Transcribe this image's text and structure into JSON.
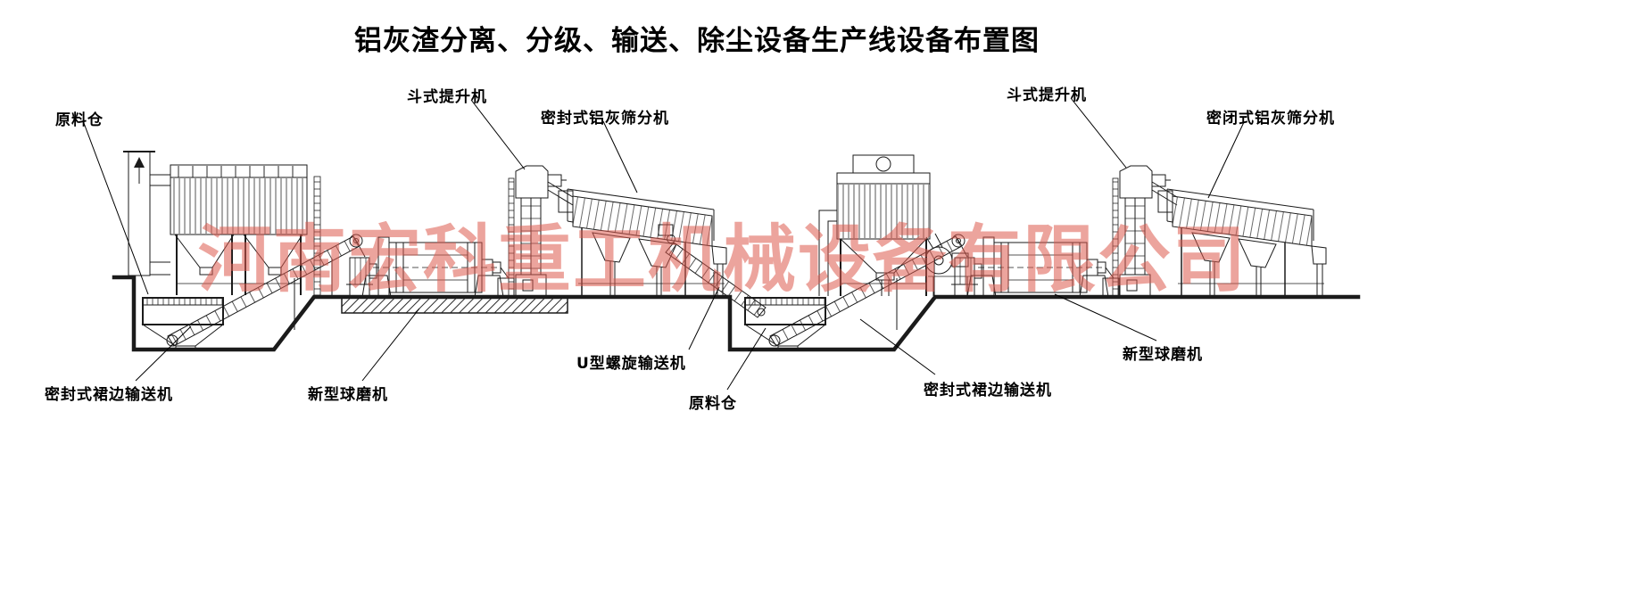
{
  "title": "铝灰渣分离、分级、输送、除尘设备生产线设备布置图",
  "watermark": "河南宏科重工机械设备有限公司",
  "labels": [
    {
      "id": "raw-material-silo-1",
      "text": "原料仓"
    },
    {
      "id": "bucket-elevator-1",
      "text": "斗式提升机"
    },
    {
      "id": "sealed-ash-screener-1",
      "text": "密封式铝灰筛分机"
    },
    {
      "id": "bucket-elevator-2",
      "text": "斗式提升机"
    },
    {
      "id": "enclosed-ash-screener-2",
      "text": "密闭式铝灰筛分机"
    },
    {
      "id": "sealed-skirt-conveyor-1",
      "text": "密封式裙边输送机"
    },
    {
      "id": "ball-mill-1",
      "text": "新型球磨机"
    },
    {
      "id": "u-screw-conveyor",
      "text": "U型螺旋输送机"
    },
    {
      "id": "raw-material-silo-2",
      "text": "原料仓"
    },
    {
      "id": "sealed-skirt-conveyor-2",
      "text": "密封式裙边输送机"
    },
    {
      "id": "ball-mill-2",
      "text": "新型球磨机"
    }
  ],
  "colors": {
    "line": "#1b1b1b",
    "watermark": "#dd5a4e",
    "background": "#ffffff"
  }
}
